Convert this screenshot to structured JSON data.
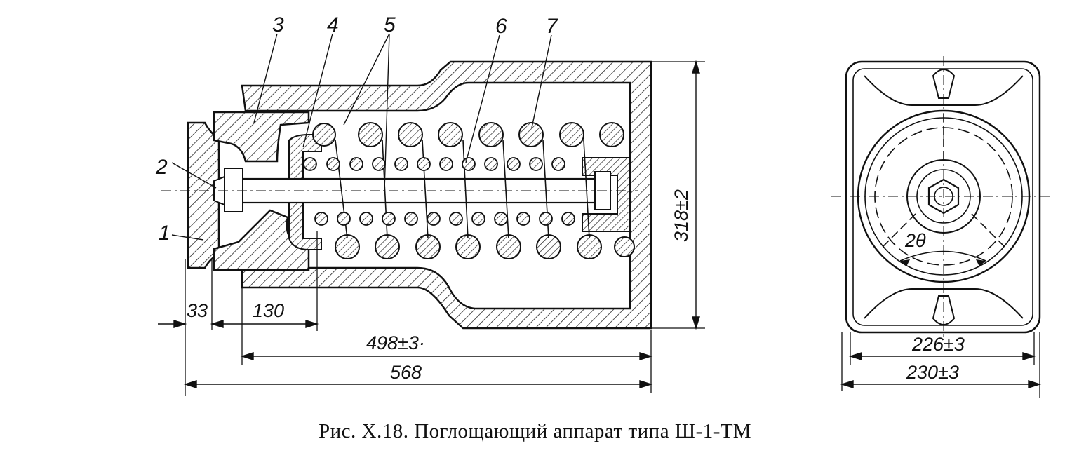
{
  "figure": {
    "caption": "Рис. X.18. Поглощающий аппарат типа Ш-1-ТМ",
    "part_labels": [
      "1",
      "2",
      "3",
      "4",
      "5",
      "6",
      "7"
    ],
    "dimensions": {
      "d33": "33",
      "d130": "130",
      "d498": "498±3·",
      "d568": "568",
      "d318": "318±2",
      "d226": "226±3",
      "d230": "230±3",
      "angle": "2θ"
    }
  }
}
